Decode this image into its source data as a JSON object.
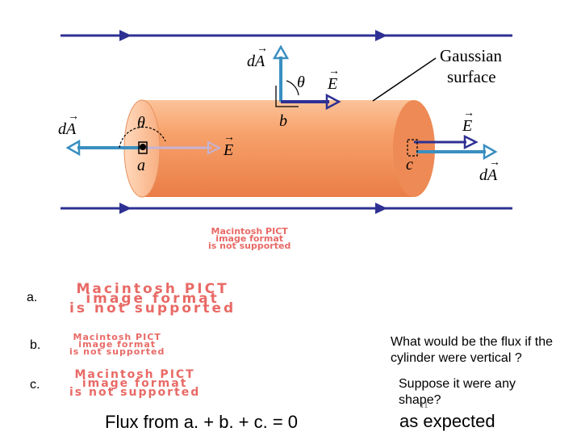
{
  "diagram": {
    "gaussian_label_line1": "Gaussian",
    "gaussian_label_line2": "surface",
    "point_a": "a",
    "point_b": "b",
    "point_c": "c",
    "dA": "dA",
    "E": "E",
    "theta": "θ",
    "vector_arrow": "→"
  },
  "placeholders": {
    "pict_line1": "Macintosh PICT",
    "pict_line2": "image format",
    "pict_line3": "is not supported"
  },
  "rows": [
    {
      "label": "a."
    },
    {
      "label": "b."
    },
    {
      "label": "c."
    }
  ],
  "sum_text": "Flux from a. + b. + c. = 0",
  "questions": {
    "vertical": "What would be the flux if the cylinder were vertical ?",
    "any_shape": "Suppose it were any shape?",
    "page_number": "11",
    "answer": "as expected"
  },
  "colors": {
    "field_line": "#2e3192",
    "normal_vector": "#3a8fc0",
    "cylinder": "#f7a16a",
    "placeholder_text": "#e86a66"
  }
}
